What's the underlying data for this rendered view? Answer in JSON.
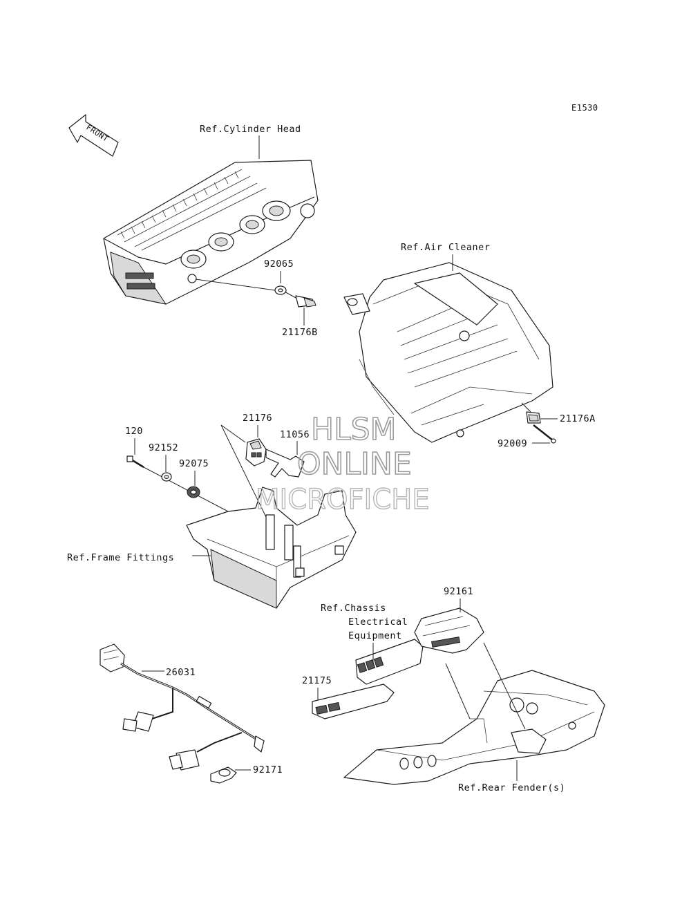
{
  "diagram_code": "E1530",
  "front_arrow": "FRONT",
  "labels": {
    "ref_cylinder_head": "Ref.Cylinder Head",
    "ref_air_cleaner": "Ref.Air Cleaner",
    "ref_frame_fittings": "Ref.Frame Fittings",
    "ref_chassis_line1": "Ref.Chassis",
    "ref_chassis_line2": "Electrical",
    "ref_chassis_line3": "Equipment",
    "ref_rear_fender": "Ref.Rear Fender(s)"
  },
  "parts": {
    "p92065": "92065",
    "p21176B": "21176B",
    "p21176A": "21176A",
    "p92009": "92009",
    "p21176": "21176",
    "p11056": "11056",
    "p120": "120",
    "p92152": "92152",
    "p92075": "92075",
    "p92161": "92161",
    "p21175": "21175",
    "p26031": "26031",
    "p92171": "92171"
  },
  "watermark": {
    "line1": "HLSM",
    "line2": "ONLINE",
    "line3": "MICROFICHE"
  }
}
